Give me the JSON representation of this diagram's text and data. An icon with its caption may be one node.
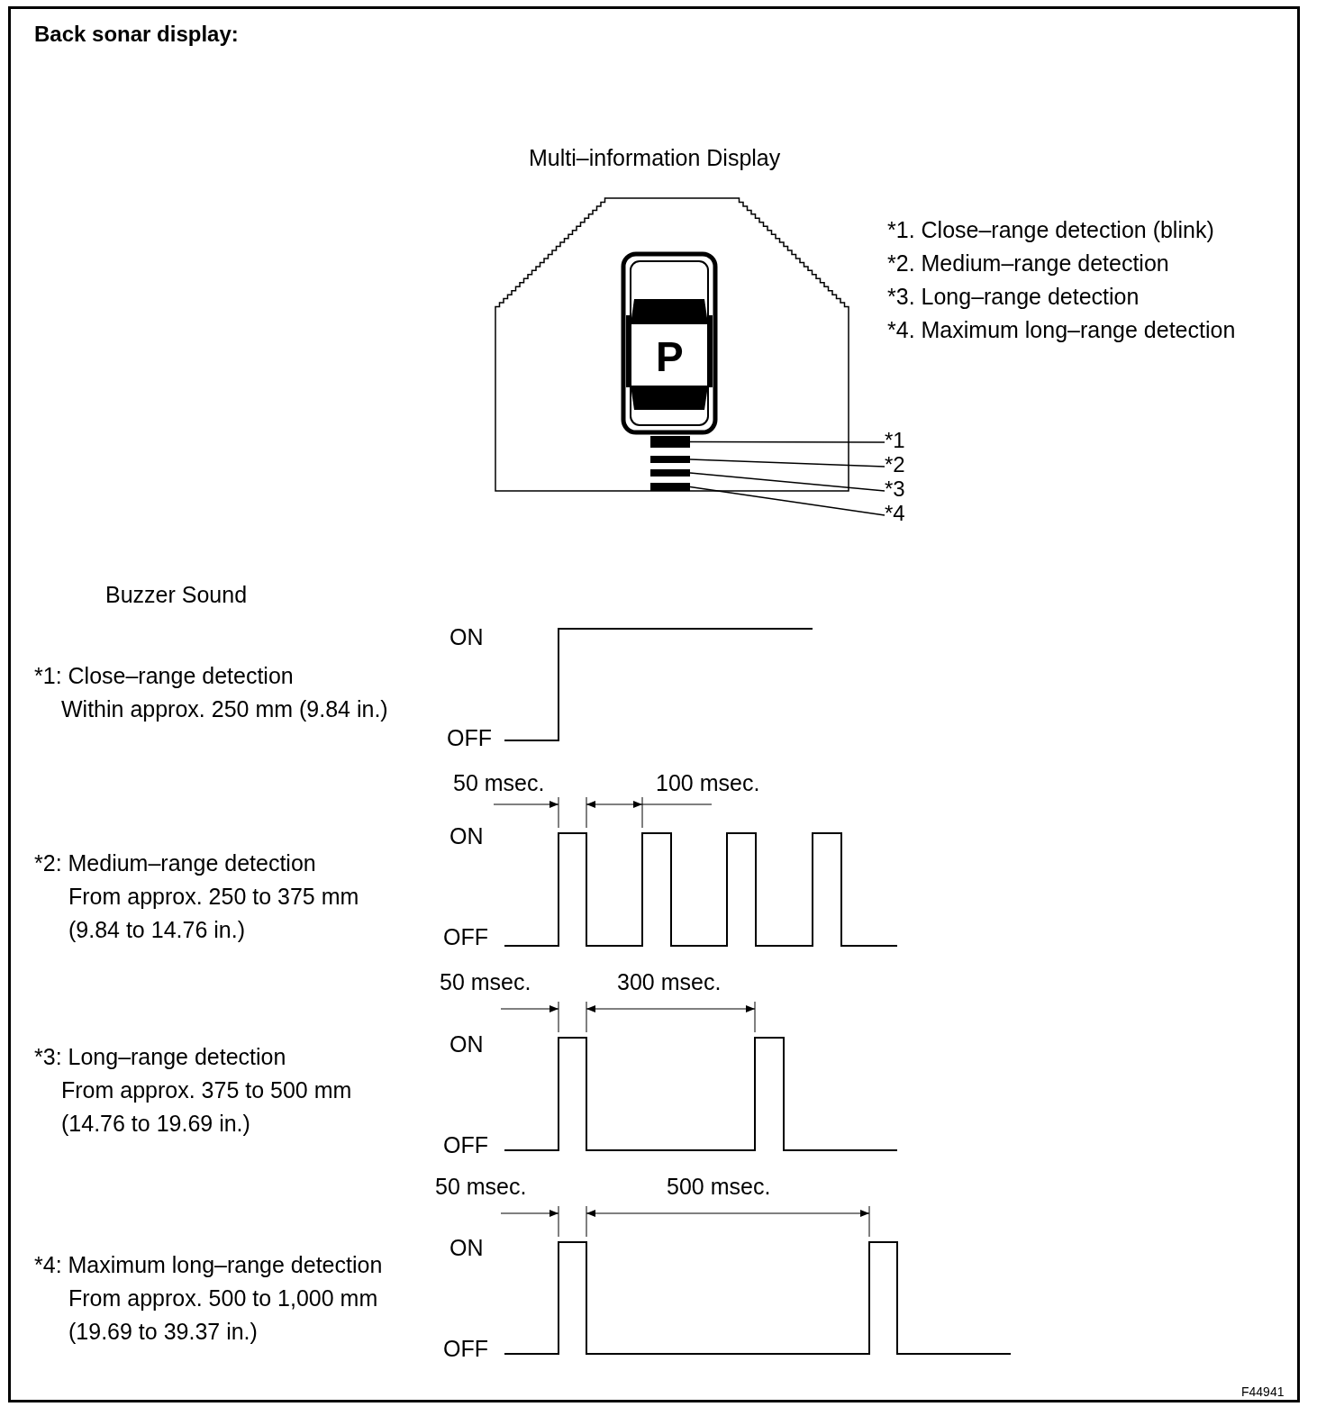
{
  "diagram": {
    "title": "Back sonar display:",
    "nodes": [
      {
        "text": [
          "*1"
        ]
      },
      {
        "text": [
          "*2"
        ]
      },
      {
        "text": [
          "*3"
        ]
      },
      {
        "text": [
          "*4"
        ]
      },
      {
        "text": [],
        "shape": "bar"
      },
      {
        "text": [],
        "shape": "bar"
      },
      {
        "text": [],
        "shape": "bar"
      },
      {
        "text": [],
        "shape": "bar"
      }
    ],
    "edges": [
      {
        "from": 0,
        "to": 4,
        "arrow": "none"
      },
      {
        "from": 1,
        "to": 5,
        "arrow": "none"
      },
      {
        "from": 2,
        "to": 6,
        "arrow": "none"
      },
      {
        "from": 3,
        "to": 7,
        "arrow": "none"
      }
    ],
    "labels": [
      "Multi–information Display",
      "P",
      "*1. Close–range detection (blink)",
      "*2. Medium–range detection",
      "*3. Long–range detection",
      "*4. Maximum long–range detection",
      "Buzzer Sound",
      "ON",
      "*1: Close–range detection",
      "Within approx. 250 mm (9.84 in.)",
      "OFF",
      "50 msec.",
      "100 msec.",
      "ON",
      "*2: Medium–range detection",
      "From approx. 250 to 375 mm",
      "(9.84 to 14.76 in.)",
      "OFF",
      "50 msec.",
      "300 msec.",
      "ON",
      "*3: Long–range detection",
      "From approx. 375 to 500 mm",
      "(14.76 to 19.69 in.)",
      "OFF",
      "50 msec.",
      "500 msec.",
      "ON",
      "*4: Maximum long–range detection",
      "From approx. 500 to 1,000 mm",
      "(19.69 to 39.37 in.)",
      "OFF",
      "F44941"
    ]
  }
}
